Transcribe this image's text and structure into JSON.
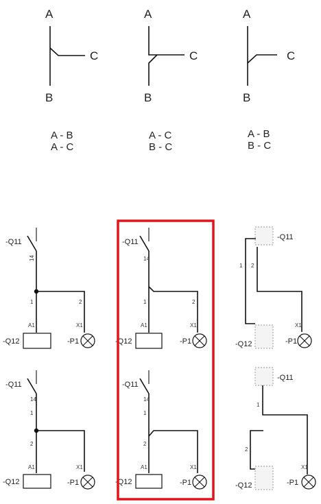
{
  "junctions": [
    {
      "a": "A",
      "b": "B",
      "c": "C",
      "captions": [
        "A - B",
        "A - C"
      ]
    },
    {
      "a": "A",
      "b": "B",
      "c": "C",
      "captions": [
        "A - C",
        "B - C"
      ]
    },
    {
      "a": "A",
      "b": "B",
      "c": "C",
      "captions": [
        "A - B",
        "B - C"
      ]
    }
  ],
  "circuits": {
    "switch": "-Q11",
    "coil": "-Q12",
    "lamp": "-P1",
    "pins": {
      "p14": "14",
      "p1": "1",
      "p2": "2",
      "pA1": "A1",
      "pX1": "X1"
    }
  },
  "highlight": {
    "color": "#e0141b"
  }
}
